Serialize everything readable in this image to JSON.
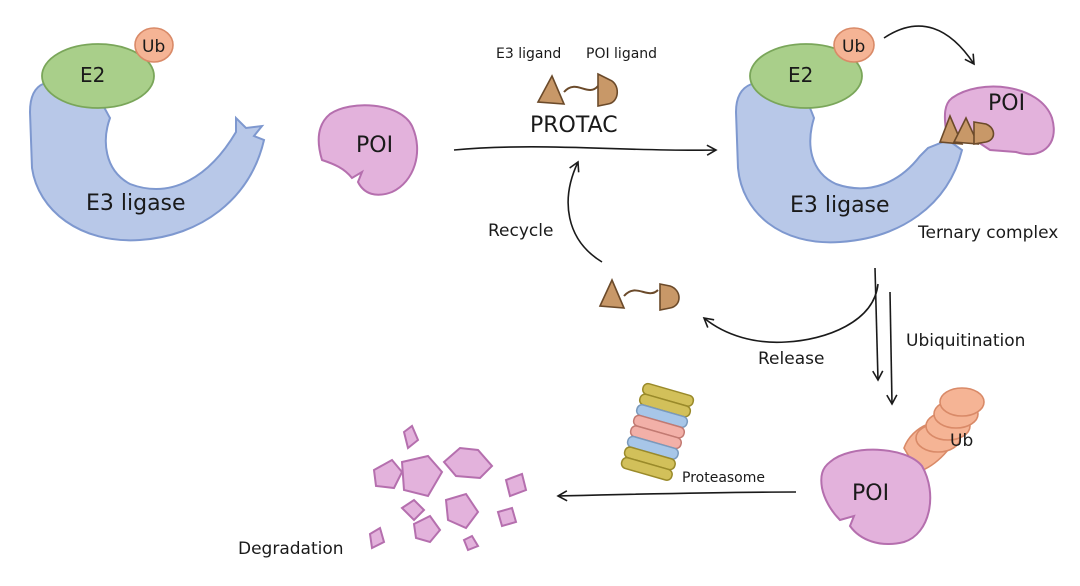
{
  "diagram": {
    "labels": {
      "e3_ligand": "E3 ligand",
      "poi_ligand": "POI ligand",
      "protac": "PROTAC",
      "recycle": "Recycle",
      "release": "Release",
      "ubiquitination": "Ubiquitination",
      "ternary_complex": "Ternary complex",
      "proteasome": "Proteasome",
      "degradation": "Degradation"
    },
    "nodes": {
      "e2": "E2",
      "ub": "Ub",
      "e3_ligase": "E3 ligase",
      "poi": "POI"
    },
    "colors": {
      "e3": "#b8c8e8",
      "e3_stroke": "#7e98cf",
      "e2": "#a9cf8a",
      "e2_stroke": "#7aa65a",
      "ub": "#f5b495",
      "ub_stroke": "#d98a68",
      "poi": "#e3b2dc",
      "poi_stroke": "#b56fae",
      "protac": "#c89868",
      "protac_stroke": "#6b4a2a",
      "arrow": "#1a1a1a"
    }
  }
}
